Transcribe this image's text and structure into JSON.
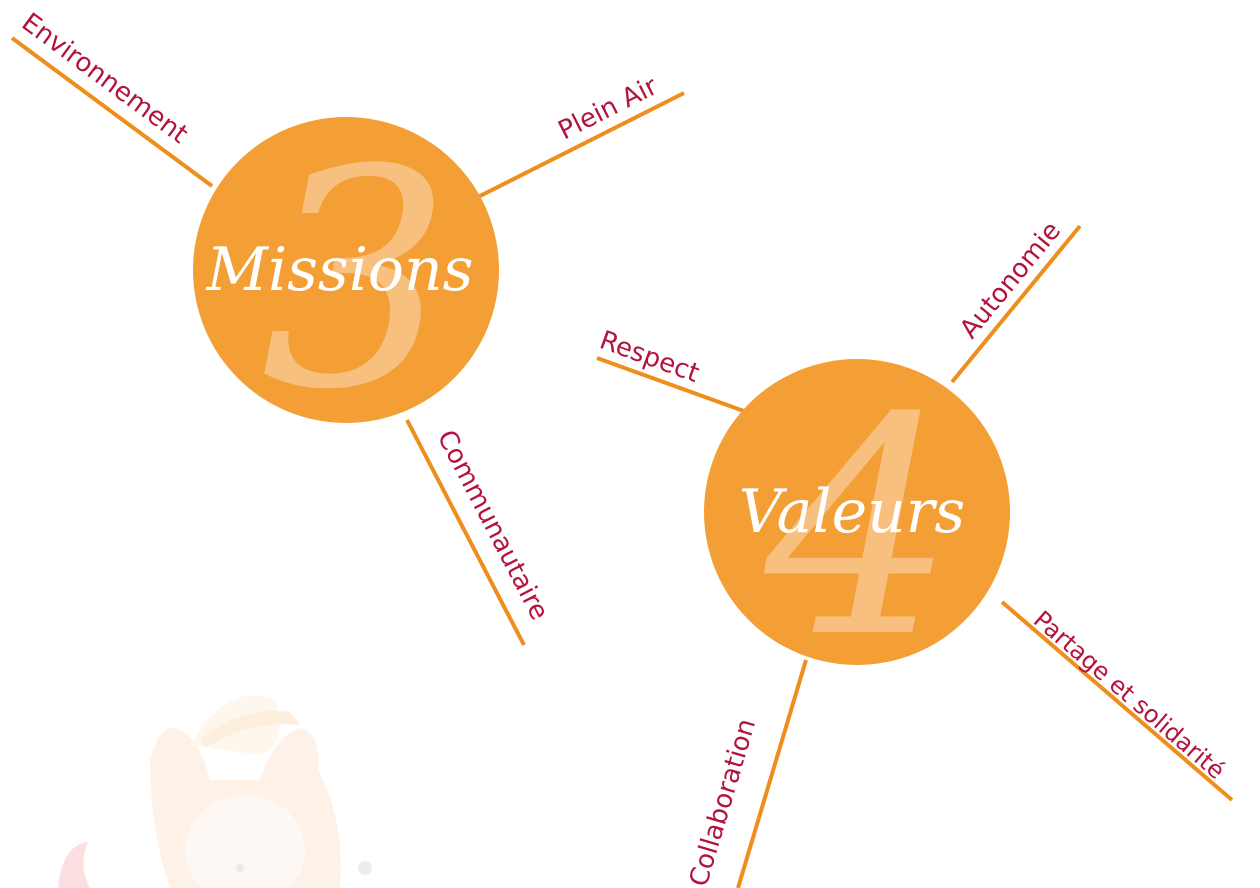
{
  "colors": {
    "circle": "#F39F35",
    "spoke": "#EE8E1C",
    "label": "#B3143E",
    "watermark_number": "#F8C07E",
    "title": "#FFFFFF",
    "mascot": "#FCE7D7"
  },
  "missions": {
    "number": "3",
    "title": "Missions",
    "spokes": [
      "Environnement",
      "Plein Air",
      "Communautaire"
    ]
  },
  "valeurs": {
    "number": "4",
    "title": "Valeurs",
    "spokes": [
      "Respect",
      "Autonomie",
      "Partage et solidarité",
      "Collaboration"
    ]
  },
  "mascot": {
    "icon": "fox-mascot-icon"
  }
}
